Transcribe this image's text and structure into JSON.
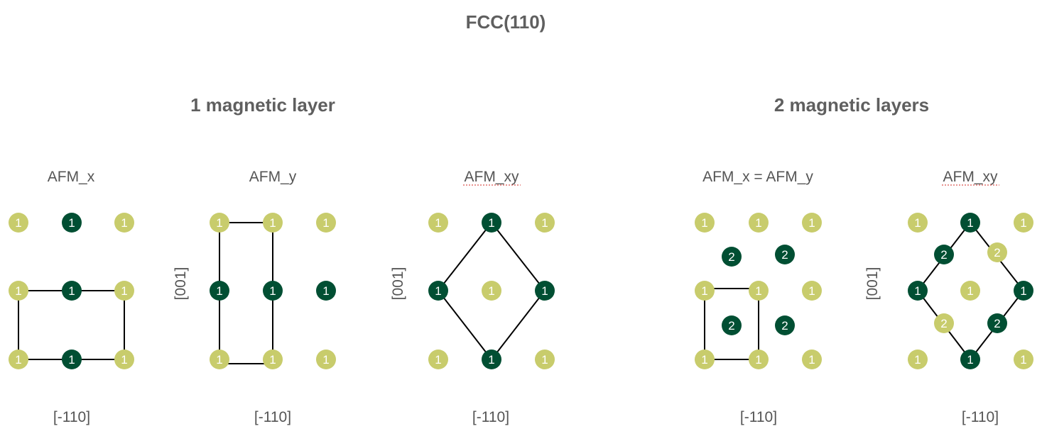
{
  "title": "FCC(110)",
  "sections": {
    "one_layer": "1 magnetic layer",
    "two_layers": "2 magnetic layers"
  },
  "colors": {
    "light": "#c8cc6c",
    "dark": "#014f33",
    "line": "#000000",
    "text": "#555555"
  },
  "panels": [
    {
      "label": "AFM_x",
      "xaxis": "[-110]",
      "yaxis": ""
    },
    {
      "label": "AFM_y",
      "xaxis": "[-110]",
      "yaxis": "[001]"
    },
    {
      "label": "AFM_xy",
      "xaxis": "[-110]",
      "yaxis": "[001]"
    },
    {
      "label": "AFM_x = AFM_y",
      "xaxis": "[-110]",
      "yaxis": ""
    },
    {
      "label": "AFM_xy",
      "xaxis": "[-110]",
      "yaxis": "[001]"
    }
  ]
}
